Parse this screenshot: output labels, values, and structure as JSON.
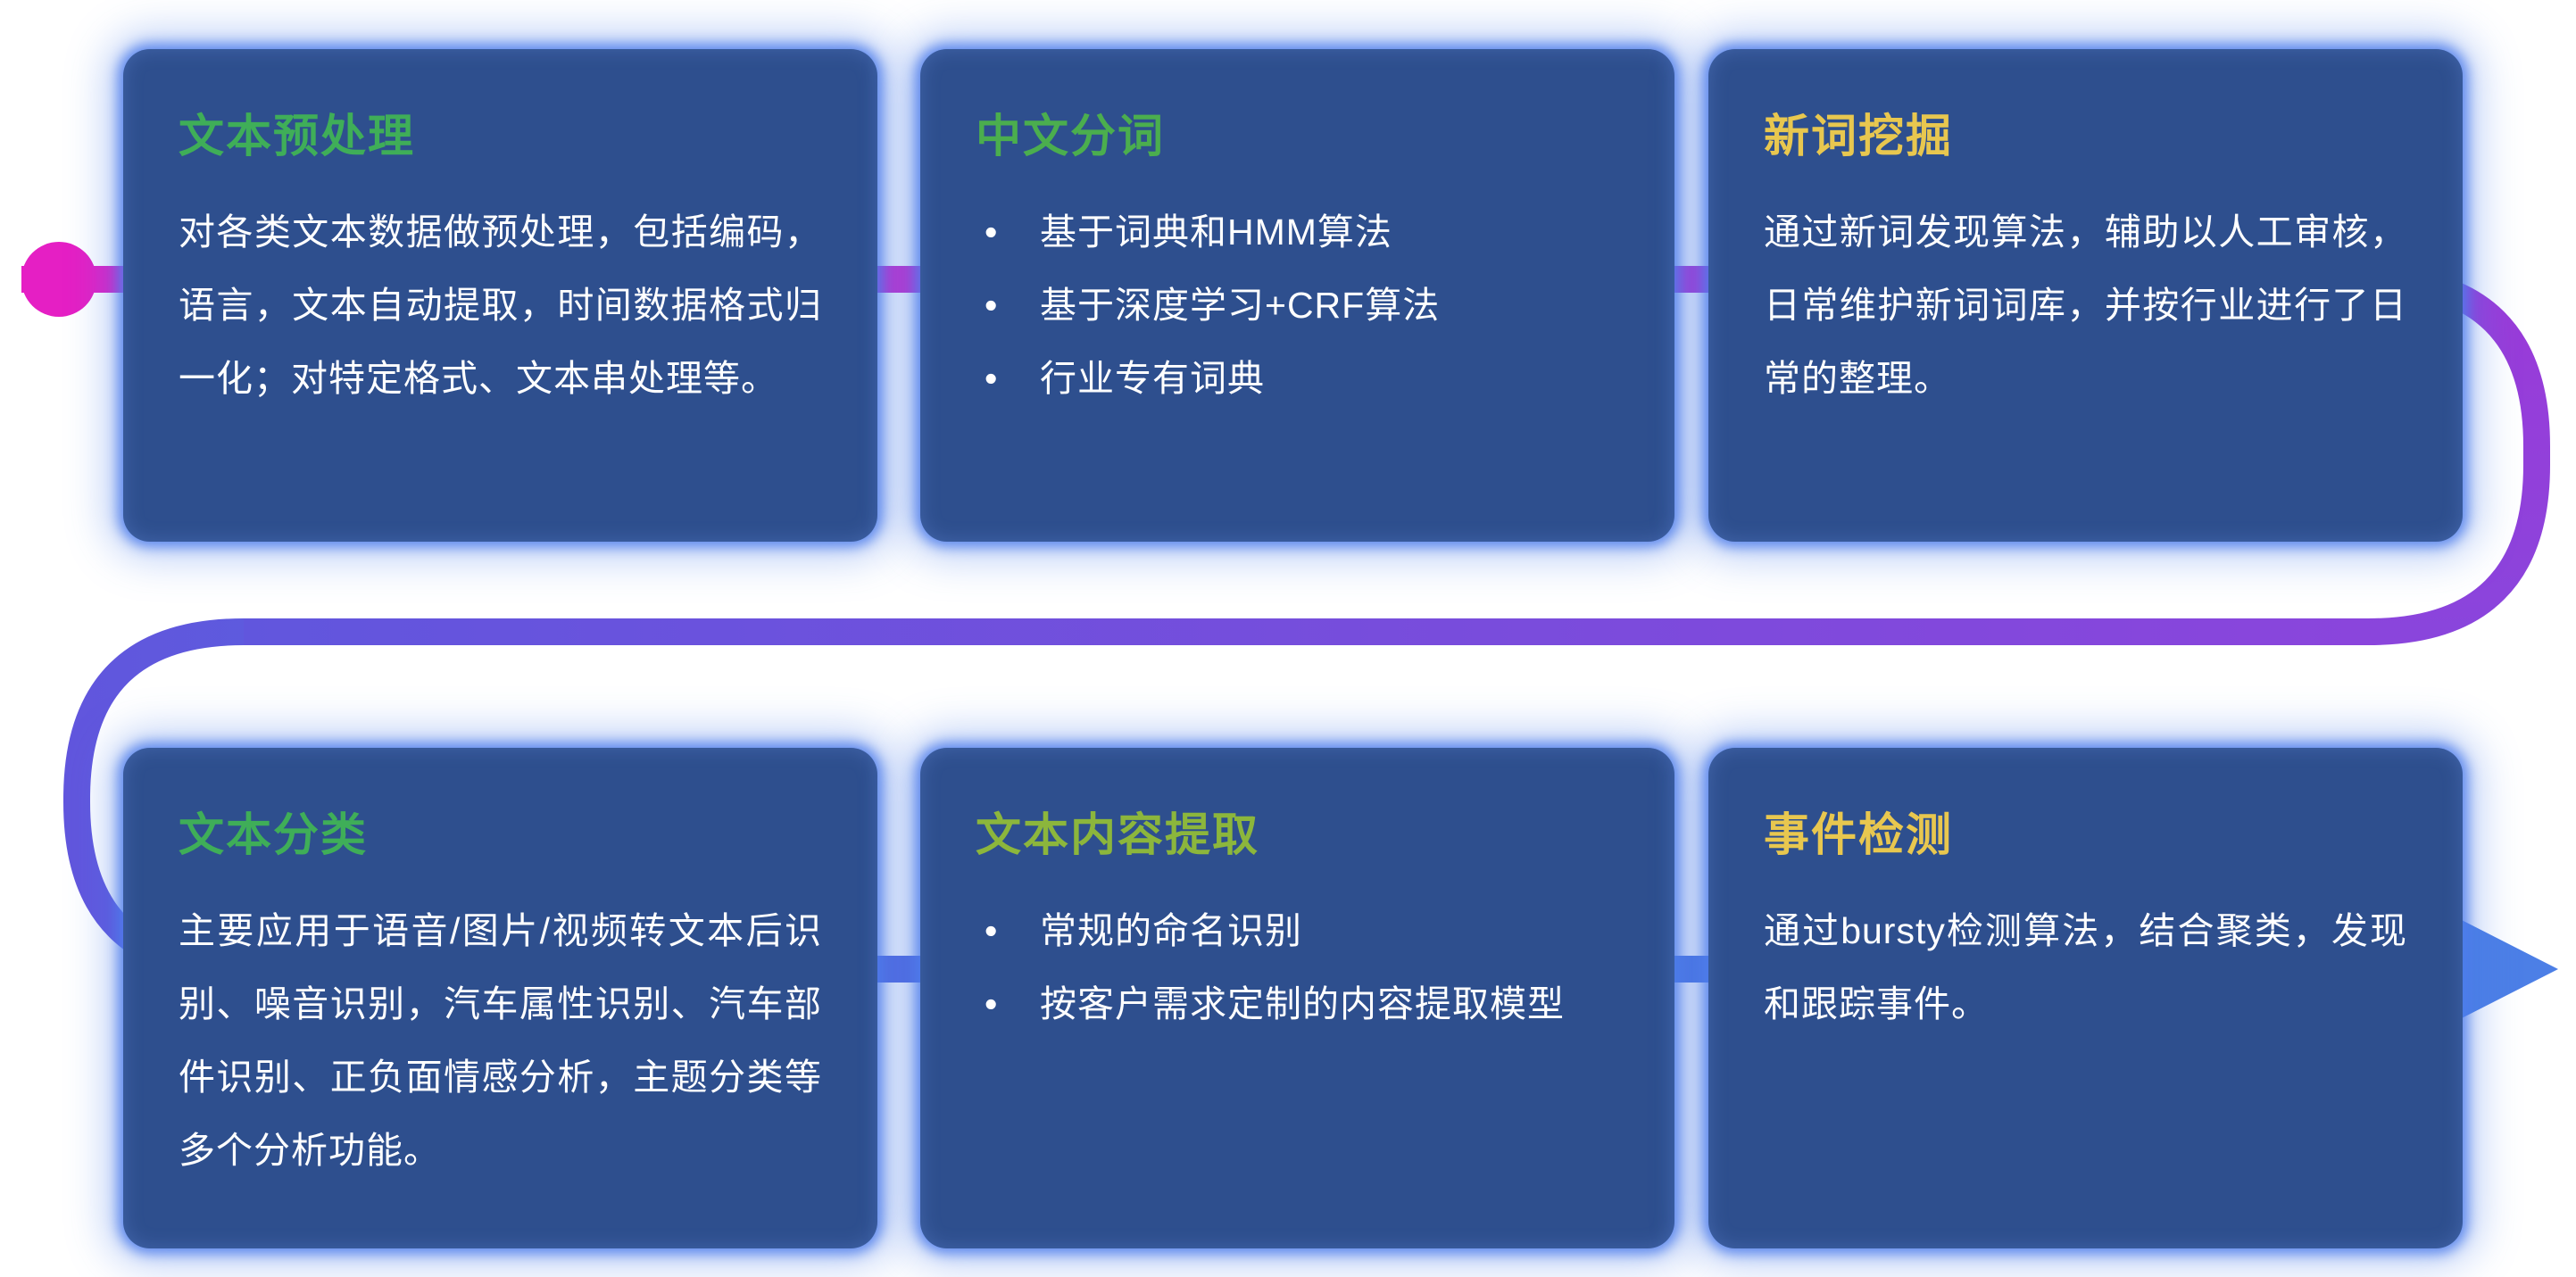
{
  "diagram": {
    "background_color": "#ffffff",
    "card_background_color": "#2e4f8e",
    "card_glow_color": "#4d7deb",
    "body_text_color": "#ffffff",
    "bullet_char": "•",
    "flow": {
      "start_dot_color": "#e51fc4",
      "line_color_start": "#e51fc4",
      "line_color_mid": "#8a45dc",
      "line_color_end": "#4c7fe6",
      "arrow_color": "#4c7fe6"
    }
  },
  "cards": [
    {
      "title": "文本预处理",
      "title_color": "#3fae58",
      "body": "对各类文本数据做预处理，包括编码，语言，文本自动提取，时间数据格式归一化；对特定格式、文本串处理等。"
    },
    {
      "title": "中文分词",
      "title_color": "#4bae4e",
      "bullets": [
        "基于词典和HMM算法",
        "基于深度学习+CRF算法",
        "行业专有词典"
      ]
    },
    {
      "title": "新词挖掘",
      "title_color": "#e8c74f",
      "body": "通过新词发现算法，辅助以人工审核，日常维护新词词库，并按行业进行了日常的整理。"
    },
    {
      "title": "文本分类",
      "title_color": "#3fae58",
      "body": "主要应用于语音/图片/视频转文本后识别、噪音识别，汽车属性识别、汽车部件识别、正负面情感分析，主题分类等多个分析功能。"
    },
    {
      "title": "文本内容提取",
      "title_color": "#8cb63c",
      "bullets": [
        "常规的命名识别",
        "按客户需求定制的内容提取模型"
      ]
    },
    {
      "title": "事件检测",
      "title_color": "#e8c74f",
      "body": "通过bursty检测算法，结合聚类，发现和跟踪事件。"
    }
  ]
}
